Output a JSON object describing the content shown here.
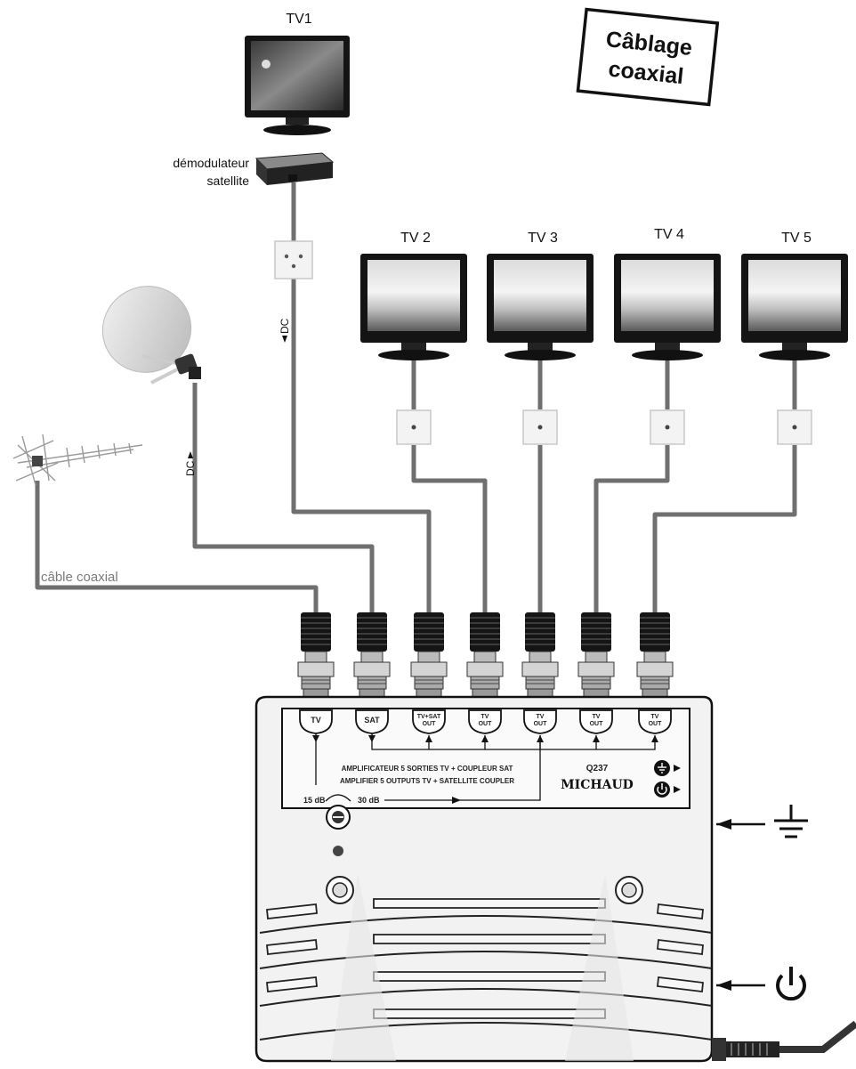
{
  "title": {
    "line1": "Câblage",
    "line2": "coaxial"
  },
  "labels": {
    "tv1": "TV1",
    "tv2": "TV 2",
    "tv3": "TV 3",
    "tv4": "TV 4",
    "tv5": "TV 5",
    "demod_line1": "démodulateur",
    "demod_line2": "satellite",
    "dc_left": "DC",
    "dc_right": "DC",
    "cable": "câble coaxial"
  },
  "amplifier": {
    "port_tv": "TV",
    "port_sat": "SAT",
    "port_tvsat_top": "TV+SAT",
    "port_tvsat_bottom": "OUT",
    "port_tvout_top": "TV",
    "port_tvout_bottom": "OUT",
    "text_fr": "AMPLIFICATEUR 5 SORTIES TV + COUPLEUR SAT",
    "text_en": "AMPLIFIER 5 OUTPUTS TV + SATELLITE COUPLER",
    "model": "Q237",
    "brand": "MICHAUD",
    "gain_min": "15 dB",
    "gain_max": "30 dB"
  },
  "colors": {
    "cable": "#6f6f6f",
    "outline": "#111111",
    "box": "#f2f2f2"
  }
}
